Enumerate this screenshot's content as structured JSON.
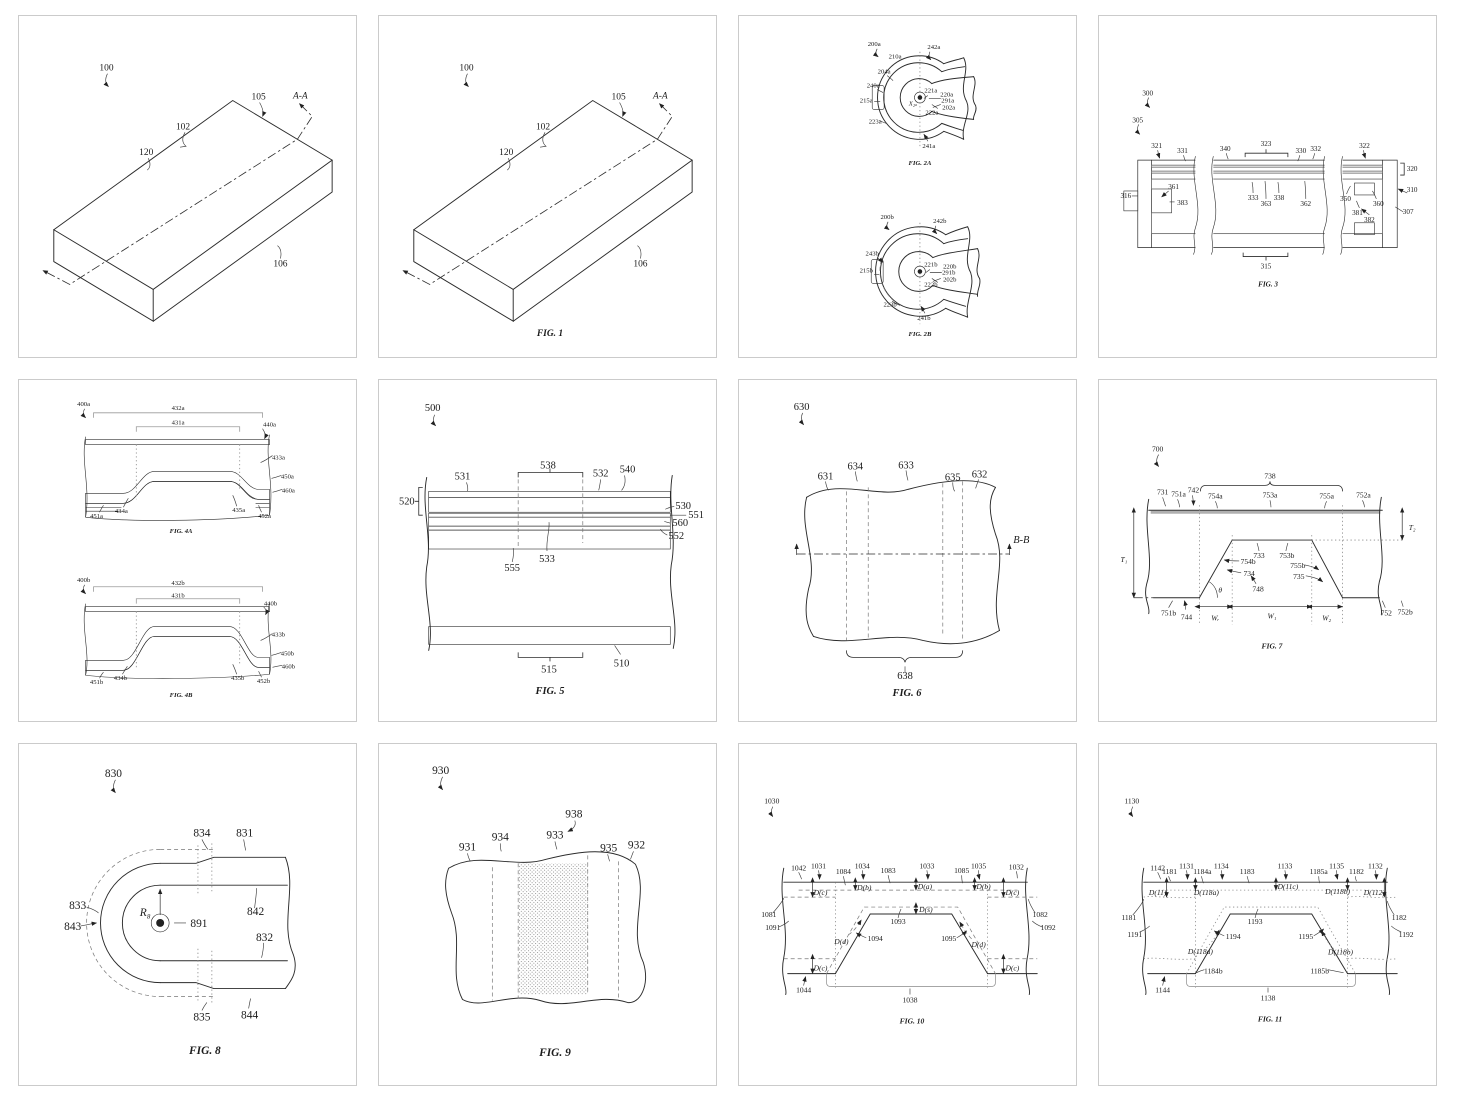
{
  "page": {
    "background": "#ffffff",
    "panel_border": "#cbcbcb",
    "ink": "#222222"
  },
  "figures": {
    "f1a": {
      "caption": "",
      "labels": {
        "n100": "100",
        "n105": "105",
        "n102": "102",
        "n120": "120",
        "n106": "106",
        "sec": "A-A"
      }
    },
    "f1": {
      "caption": "FIG. 1",
      "labels": {
        "n100": "100",
        "n105": "105",
        "n102": "102",
        "n120": "120",
        "n106": "106",
        "sec": "A-A"
      }
    },
    "f2": {
      "cap_a": "FIG. 2A",
      "cap_b": "FIG. 2B",
      "a": {
        "n200": "200a",
        "n210": "210a",
        "n242": "242a",
        "n204": "204a",
        "n240": "240a",
        "n215": "215a",
        "n223": "223a",
        "n221": "221a",
        "n220": "220a",
        "n291": "291a",
        "n202": "202a",
        "n222": "222a",
        "n241": "241a",
        "axis": "X₂ₐ"
      },
      "b": {
        "n200": "200b",
        "n242": "242b",
        "n243": "243b",
        "n215": "215b",
        "n221": "221b",
        "n220": "220b",
        "n291": "291b",
        "n202": "202b",
        "n222": "222b",
        "n223": "223b",
        "n241": "241b"
      }
    },
    "f3": {
      "caption": "FIG. 3",
      "labels": {
        "n300": "300",
        "n305": "305",
        "n321": "321",
        "n331": "331",
        "n340": "340",
        "n323": "323",
        "n330": "330",
        "n332": "332",
        "n322": "322",
        "n320": "320",
        "n310": "310",
        "n307": "307",
        "n316": "316",
        "n361": "361",
        "n383": "383",
        "n333": "333",
        "n363": "363",
        "n338": "338",
        "n362": "362",
        "n350": "350",
        "n360": "360",
        "n381": "381",
        "n382": "382",
        "n315": "315"
      }
    },
    "f4": {
      "cap_a": "FIG. 4A",
      "cap_b": "FIG. 4B",
      "a": {
        "n400": "400a",
        "n432": "432a",
        "n431": "431a",
        "n440": "440a",
        "n433": "433a",
        "n450": "450a",
        "n460": "460a",
        "n434": "434a",
        "n435": "435a",
        "n451": "451a",
        "n452": "452a"
      },
      "b": {
        "n400": "400b",
        "n432": "432b",
        "n431": "431b",
        "n440": "440b",
        "n433": "433b",
        "n450": "450b",
        "n460": "460b",
        "n434": "434b",
        "n435": "435b",
        "n451": "451b",
        "n452": "452b"
      }
    },
    "f5": {
      "caption": "FIG. 5",
      "labels": {
        "n500": "500",
        "n538": "538",
        "n531": "531",
        "n532": "532",
        "n540": "540",
        "n520": "520",
        "n530": "530",
        "n551": "551",
        "n560": "560",
        "n552": "552",
        "n533": "533",
        "n555": "555",
        "n515": "515",
        "n510": "510"
      }
    },
    "f6": {
      "caption": "FIG. 6",
      "labels": {
        "n630": "630",
        "n631": "631",
        "n634": "634",
        "n633": "633",
        "n635": "635",
        "n632": "632",
        "n638": "638",
        "sec": "B-B"
      }
    },
    "f7": {
      "caption": "FIG. 7",
      "labels": {
        "n700": "700",
        "n738": "738",
        "n731": "731",
        "n751a": "751a",
        "n742": "742",
        "n754a": "754a",
        "n753a": "753a",
        "n755a": "755a",
        "n752a": "752a",
        "n733": "733",
        "n753b": "753b",
        "n754b": "754b",
        "n734": "734",
        "n755b": "755b",
        "n735": "735",
        "n748": "748",
        "n751b": "751b",
        "n744": "744",
        "n752": "752",
        "n752b": "752b",
        "t1": "T₁",
        "t2": "T₂",
        "wr": "Wᵣ",
        "w1": "W₁",
        "w2": "W₂",
        "theta": "θ"
      }
    },
    "f8": {
      "caption": "FIG. 8",
      "labels": {
        "n830": "830",
        "n834": "834",
        "n831": "831",
        "n833": "833",
        "n843": "843",
        "n891": "891",
        "n842": "842",
        "n832": "832",
        "n835": "835",
        "n844": "844",
        "r8": "R₈"
      }
    },
    "f9": {
      "caption": "FIG. 9",
      "labels": {
        "n930": "930",
        "n938": "938",
        "n931": "931",
        "n934": "934",
        "n933": "933",
        "n935": "935",
        "n932": "932"
      }
    },
    "f10": {
      "caption": "FIG. 10",
      "labels": {
        "n1030": "1030",
        "n1042": "1042",
        "n1031": "1031",
        "n1084": "1084",
        "n1034": "1034",
        "n1083": "1083",
        "n1033": "1033",
        "n1085": "1085",
        "n1035": "1035",
        "n1032": "1032",
        "n1081": "1081",
        "n1091": "1091",
        "n1082": "1082",
        "n1092": "1092",
        "n1093": "1093",
        "n1094": "1094",
        "n1095": "1095",
        "n1044": "1044",
        "n1038": "1038",
        "dc1": "D(c)",
        "db1": "D(b)",
        "da": "D(a)",
        "db2": "D(b)",
        "dc2": "D(c)",
        "ds": "D(s)",
        "dd1": "D(d)",
        "dd2": "D(d)",
        "de1": "D(c)",
        "de2": "D(c)"
      }
    },
    "f11": {
      "caption": "FIG. 11",
      "labels": {
        "n1130": "1130",
        "n1142": "1142",
        "n1181t": "1181",
        "n1131": "1131",
        "n1184a": "1184a",
        "n1134": "1134",
        "n1183": "1183",
        "n1133": "1133",
        "n1185a": "1185a",
        "n1135": "1135",
        "n1182t": "1182",
        "n1132": "1132",
        "n1181": "1181",
        "n1191": "1191",
        "n1182": "1182",
        "n1192": "1192",
        "n1193": "1193",
        "n1194": "1194",
        "n1195": "1195",
        "n1184b": "1184b",
        "n1185b": "1185b",
        "n1144": "1144",
        "n1138": "1138",
        "d11": "D(11)",
        "d112": "D(112)",
        "d11c": "D(11c)",
        "d118a": "D(118a)",
        "d118b": "D(118b)",
        "dd118a": "D(118a)",
        "dd118b": "D(118b)"
      }
    }
  }
}
